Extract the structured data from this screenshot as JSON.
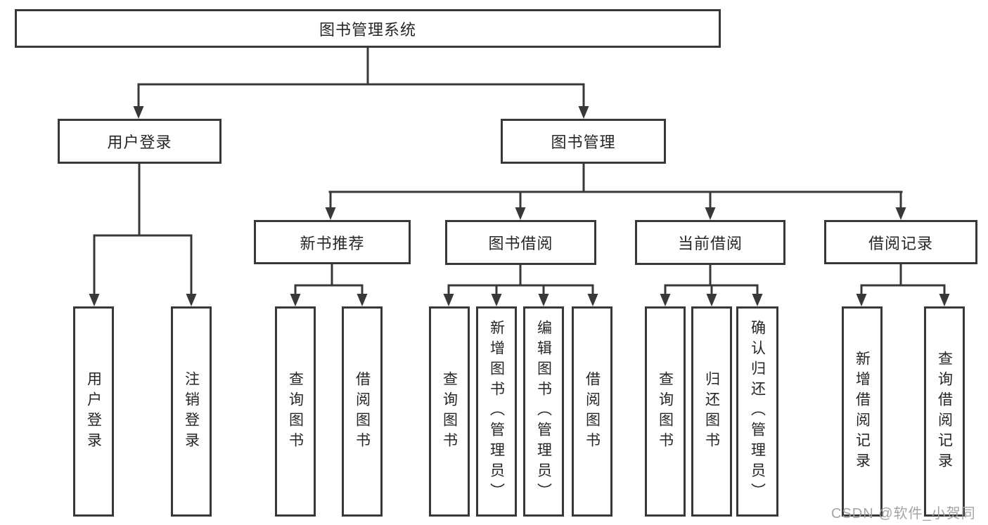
{
  "colors": {
    "line": "#383838",
    "box_border": "#383838",
    "box_background": "#ffffff",
    "text": "#262626",
    "watermark": "#9e9e9e"
  },
  "watermark": {
    "text": "CSDN @软件_小贺同学"
  },
  "tree": {
    "root": {
      "label": "图书管理系统"
    },
    "branches": [
      {
        "label": "用户登录",
        "children": [
          {
            "label": "用户登录"
          },
          {
            "label": "注销登录"
          }
        ]
      },
      {
        "label": "图书管理",
        "groups": [
          {
            "label": "新书推荐",
            "children": [
              {
                "label": "查询图书"
              },
              {
                "label": "借阅图书"
              }
            ]
          },
          {
            "label": "图书借阅",
            "children": [
              {
                "label": "查询图书"
              },
              {
                "label": "新增图书（管理员）"
              },
              {
                "label": "编辑图书（管理员）"
              },
              {
                "label": "借阅图书"
              }
            ]
          },
          {
            "label": "当前借阅",
            "children": [
              {
                "label": "查询图书"
              },
              {
                "label": "归还图书"
              },
              {
                "label": "确认归还（管理员）"
              }
            ]
          },
          {
            "label": "借阅记录",
            "children": [
              {
                "label": "新增借阅记录"
              },
              {
                "label": "查询借阅记录"
              }
            ]
          }
        ]
      }
    ]
  }
}
